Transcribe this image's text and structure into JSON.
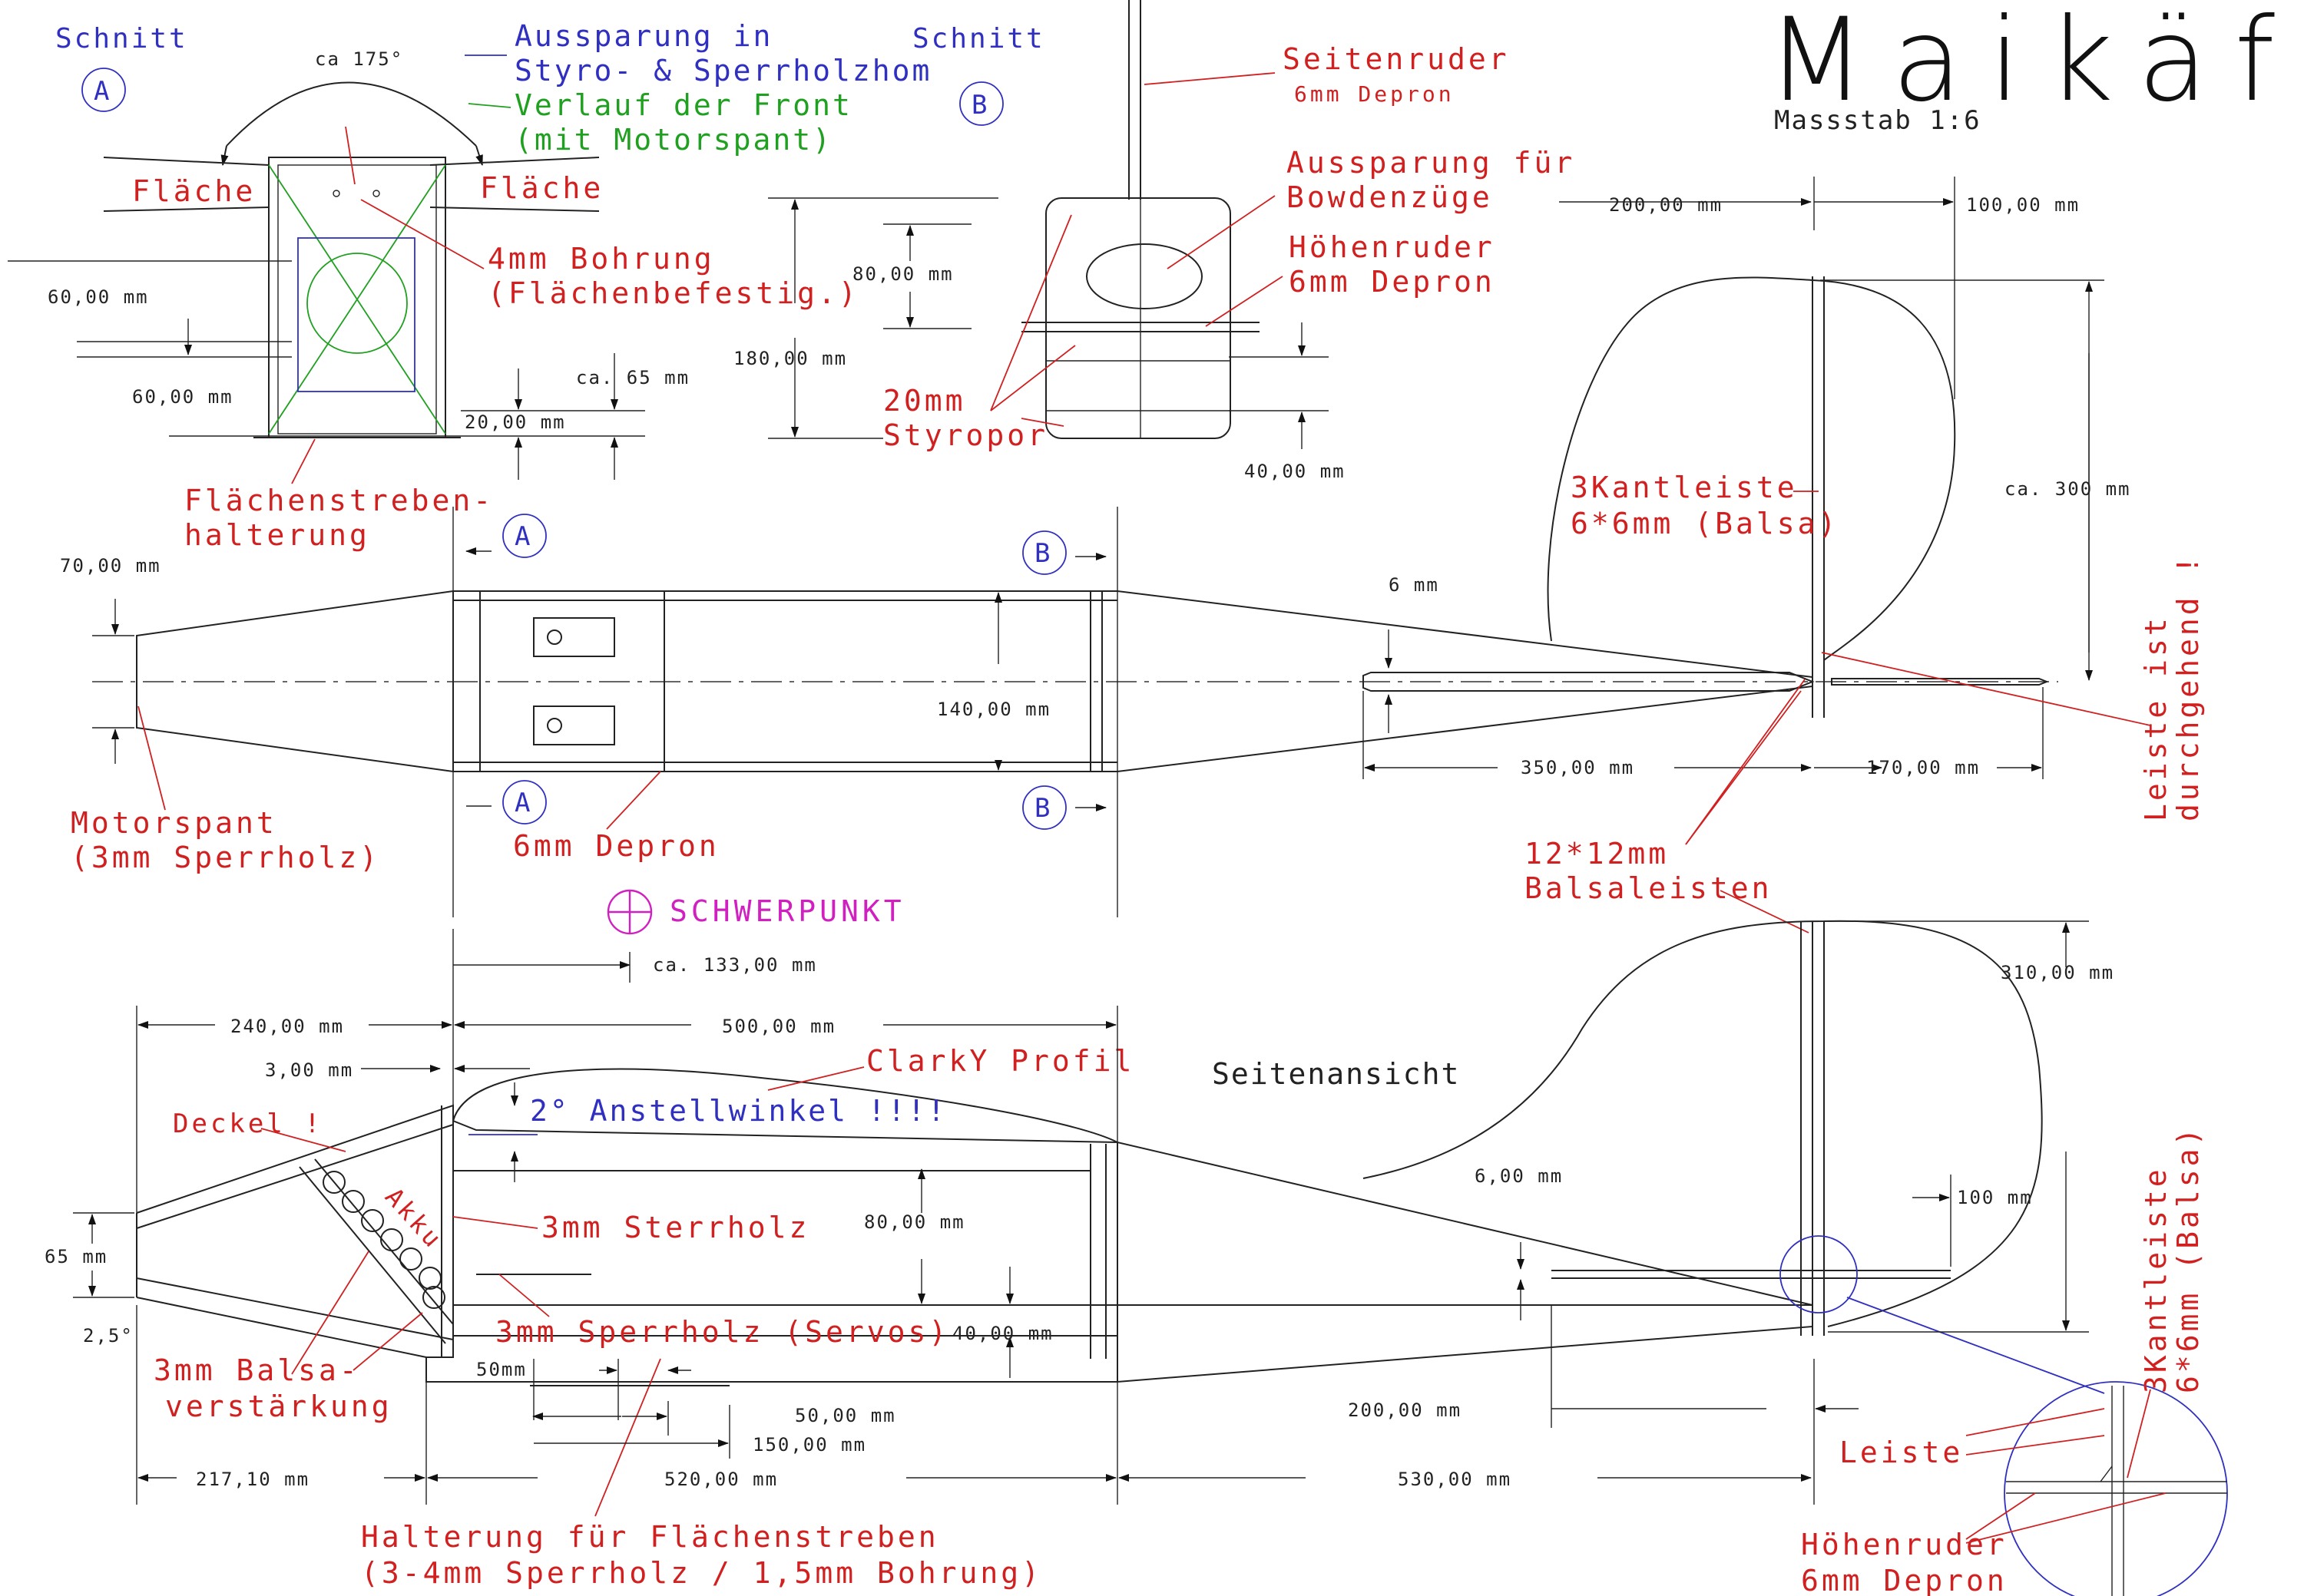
{
  "title": "Maikäfer",
  "scale": "Massstab 1:6",
  "section_a": {
    "heading": "Schnitt",
    "marker": "A"
  },
  "section_b": {
    "heading": "Schnitt",
    "marker": "B"
  },
  "labels": {
    "ca175": "ca 175°",
    "aussparung_styro_1": "Aussparung in",
    "aussparung_styro_2": "Styro- & Sperrholzhom",
    "front_1": "Verlauf der Front",
    "front_2": "(mit Motorspant)",
    "flaeche_left": "Fläche",
    "flaeche_right": "Fläche",
    "bohrung_1": "4mm Bohrung",
    "bohrung_2": "(Flächenbefestig.)",
    "strebe_1": "Flächenstreben-",
    "strebe_2": "halterung",
    "seitenruder_1": "Seitenruder",
    "seitenruder_2": "6mm Depron",
    "bowden_1": "Aussparung für",
    "bowden_2": "Bowdenzüge",
    "hoehenruder_1": "Höhenruder",
    "hoehenruder_2": "6mm Depron",
    "styropor_1": "20mm",
    "styropor_2": "Styropor",
    "kantleiste_1": "3Kantleiste",
    "kantleiste_2": "6*6mm (Balsa)",
    "leiste_durch_1": "Leiste ist",
    "leiste_durch_2": "durchgehend !",
    "motorspant_1": "Motorspant",
    "motorspant_2": "(3mm Sperrholz)",
    "depron_6mm": "6mm Depron",
    "balsaleisten_1": "12*12mm",
    "balsaleisten_2": "Balsaleisten",
    "schwerpunkt": "SCHWERPUNKT",
    "clarky": "ClarkY Profil",
    "seitenansicht": "Seitenansicht",
    "anstellwinkel": "2° Anstellwinkel !!!!",
    "deckel": "Deckel !",
    "akku": "Akku",
    "sterrholz": "3mm Sterrholz",
    "sperrholz_servos": "3mm Sperrholz (Servos)",
    "balsa_verst_1": "3mm Balsa-",
    "balsa_verst_2": "verstärkung",
    "halterung_1": "Halterung für Flächenstreben",
    "halterung_2": "(3-4mm Sperrholz / 1,5mm Bohrung)",
    "leiste": "Leiste",
    "detail_kant_1": "3Kantleiste",
    "detail_kant_2": "6*6mm (Balsa)",
    "detail_hoehen_1": "Höhenruder",
    "detail_hoehen_2": "6mm Depron"
  },
  "dims": {
    "d60a": "60,00 mm",
    "d60b": "60,00 mm",
    "dca65": "ca. 65 mm",
    "d20": "20,00 mm",
    "d80top": "80,00 mm",
    "d180": "180,00 mm",
    "d40top": "40,00 mm",
    "d200top": "200,00 mm",
    "d100top": "100,00 mm",
    "dca300": "ca. 300 mm",
    "d70": "70,00 mm",
    "d140": "140,00 mm",
    "d6": "6 mm",
    "d350": "350,00 mm",
    "d170": "170,00 mm",
    "dca133": "ca. 133,00 mm",
    "d310": "310,00 mm",
    "d240": "240,00 mm",
    "d500": "500,00 mm",
    "d3": "3,00 mm",
    "d6side": "6,00 mm",
    "d80side": "80,00 mm",
    "d100side": "100 mm",
    "d65": "65 mm",
    "d25": "2,5°",
    "d40side": "40,00 mm",
    "d50mm": "50mm",
    "d50": "50,00 mm",
    "d150": "150,00 mm",
    "d200side": "200,00 mm",
    "d2171": "217,10 mm",
    "d520": "520,00 mm",
    "d530": "530,00 mm"
  },
  "colors": {
    "ink": "#222222",
    "red": "#d02020",
    "blue": "#3030c0",
    "green": "#20a020",
    "magenta": "#d020c0"
  }
}
